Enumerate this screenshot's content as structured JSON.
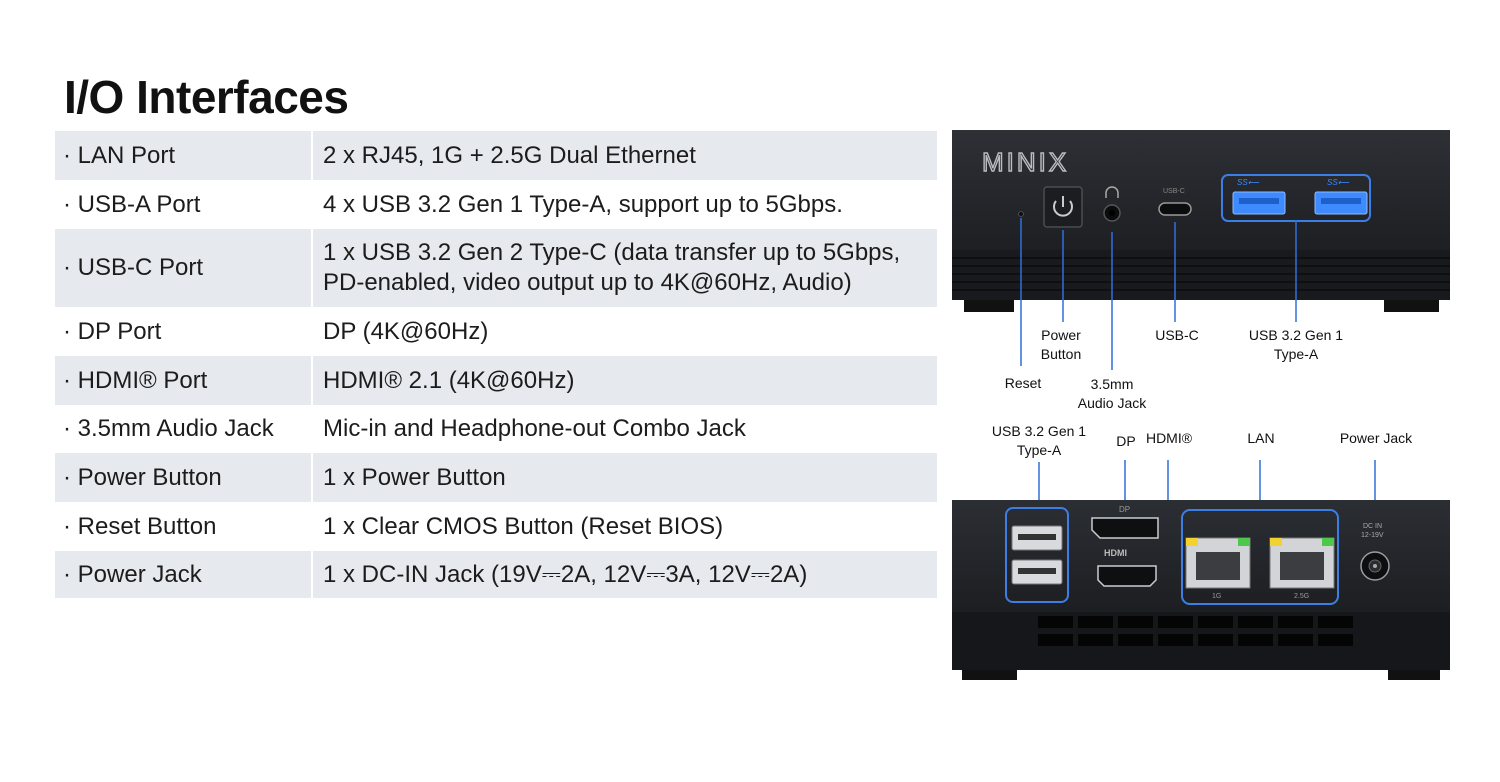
{
  "page": {
    "title": "I/O Interfaces"
  },
  "specs": [
    {
      "label": "· LAN Port",
      "lines": [
        "2 x RJ45, 1G + 2.5G Dual Ethernet"
      ]
    },
    {
      "label": "· USB-A Port",
      "lines": [
        "4 x USB 3.2 Gen 1 Type-A, support up to 5Gbps."
      ]
    },
    {
      "label": "· USB-C Port",
      "lines": [
        "1 x USB 3.2 Gen 2 Type-C (data transfer up to 5Gbps,",
        "PD-enabled, video output up to 4K@60Hz, Audio)"
      ]
    },
    {
      "label": "· DP Port",
      "lines": [
        "DP (4K@60Hz)"
      ]
    },
    {
      "label": "· HDMI® Port",
      "lines": [
        "HDMI® 2.1 (4K@60Hz)"
      ]
    },
    {
      "label": "· 3.5mm Audio Jack",
      "lines": [
        "Mic-in and Headphone-out Combo Jack"
      ]
    },
    {
      "label": "· Power Button",
      "lines": [
        "1 x Power Button"
      ]
    },
    {
      "label": "· Reset Button",
      "lines": [
        "1 x Clear CMOS Button (Reset BIOS)"
      ]
    },
    {
      "label": "· Power Jack",
      "lines": [
        "1 x DC-IN Jack (19V⎓2A, 12V⎓3A, 12V⎓2A)"
      ]
    }
  ],
  "front_panel": {
    "brand": "MINIX",
    "usbc_mark": "USB-C",
    "usb_logo": "SS⟵",
    "callouts": {
      "power_button": [
        "Power",
        "Button"
      ],
      "reset": [
        "Reset"
      ],
      "audio_jack": [
        "3.5mm",
        "Audio Jack"
      ],
      "usbc": [
        "USB-C"
      ],
      "usba": [
        "USB 3.2 Gen 1",
        "Type-A"
      ]
    }
  },
  "rear_panel": {
    "dp_mark": "DP",
    "hdmi_mark": "HDMI",
    "lan_1g": "1G",
    "lan_25g": "2.5G",
    "dc_mark_1": "DC IN",
    "dc_mark_2": "12-19V",
    "callouts": {
      "usba": [
        "USB 3.2 Gen 1",
        "Type-A"
      ],
      "dp": [
        "DP"
      ],
      "hdmi": [
        "HDMI®"
      ],
      "lan": [
        "LAN"
      ],
      "power_jack": [
        "Power Jack"
      ]
    }
  },
  "colors": {
    "row_shade": "#e6e9ed",
    "device_body": "#25282d",
    "callout_line": "#2f6fdc",
    "usb_blue": "#3d8bff"
  }
}
